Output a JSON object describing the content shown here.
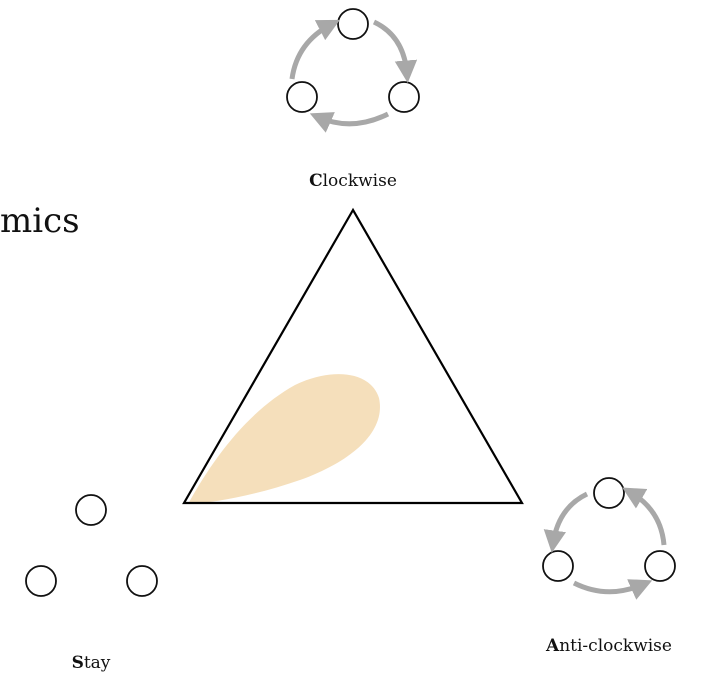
{
  "heading_fragment": "mics",
  "vertices": {
    "clockwise": {
      "initial": "C",
      "rest": "lockwise"
    },
    "anticlockwise": {
      "initial": "A",
      "rest": "nti-clockwise"
    },
    "stay": {
      "initial": "S",
      "rest": "tay"
    }
  },
  "colors": {
    "triangle_stroke": "#000000",
    "region_fill": "#f5dfbb",
    "node_stroke": "#111111",
    "arrow": "#a8a8a8"
  }
}
